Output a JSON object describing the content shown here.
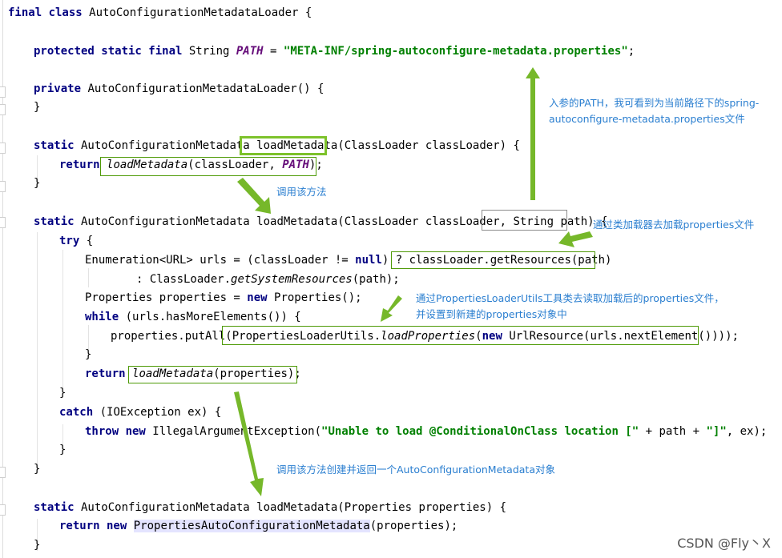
{
  "code": {
    "l1": {
      "kw": "final class",
      "rest": " AutoConfigurationMetadataLoader {"
    },
    "l2": {
      "kw": "protected static final",
      "type": " String ",
      "field": "PATH",
      "eq": " = ",
      "str": "\"META-INF/spring-autoconfigure-metadata.properties\"",
      "end": ";"
    },
    "l3": {
      "kw": "private",
      "rest": " AutoConfigurationMetadataLoader() {"
    },
    "l4": {
      "brace": "}"
    },
    "l5": {
      "kw": "static",
      "pre": " AutoConfigurationMetadata ",
      "name": "loadMetadata",
      "post": "(ClassLoader classLoader) {"
    },
    "l6": {
      "kw": "return",
      "call": "loadMetadata",
      "mid": "(classLoader, ",
      "field": "PATH",
      "end": ");"
    },
    "l7": {
      "brace": "}"
    },
    "l8": {
      "kw": "static",
      "pre": " AutoConfigurationMetadata loadMetadata(ClassLoader classLoader, ",
      "param": "String path",
      "post": ") {"
    },
    "l9": {
      "kw": "try",
      "rest": " {"
    },
    "l10": {
      "pre": "Enumeration<URL> urls = (classLoader != ",
      "kw": "null",
      "mid": ") ? ",
      "call": "classLoader.getResources(path)"
    },
    "l11": {
      "pre": ": ClassLoader.",
      "ital": "getSystemResources",
      "post": "(path);"
    },
    "l12": {
      "pre": "Properties properties = ",
      "kw": "new",
      "post": " Properties();"
    },
    "l13": {
      "kw": "while",
      "rest": " (urls.hasMoreElements()) {"
    },
    "l14": {
      "pre": "properties.putAll(",
      "a": "PropertiesLoaderUtils.",
      "ital": "loadProperties",
      "b": "(",
      "kw": "new",
      "c": " UrlResource(urls.nextElement()))",
      "end": ");"
    },
    "l15": {
      "brace": "}"
    },
    "l16": {
      "kw": "return",
      "ital": "loadMetadata",
      "post": "(properties);"
    },
    "l17": {
      "brace": "}"
    },
    "l18": {
      "kw": "catch",
      "rest": " (IOException ex) {"
    },
    "l19": {
      "kw1": "throw new",
      "pre": " IllegalArgumentException(",
      "str": "\"Unable to load @ConditionalOnClass location [\"",
      "mid": " + path + ",
      "str2": "\"]\"",
      "end": ", ex);"
    },
    "l20": {
      "brace": "}"
    },
    "l21": {
      "brace": "}"
    },
    "l22": {
      "kw": "static",
      "rest": " AutoConfigurationMetadata loadMetadata(Properties properties) {"
    },
    "l23": {
      "kw": "return new",
      "sel": "PropertiesAutoConfigurationMetadata",
      "post": "(properties);"
    },
    "l24": {
      "brace": "}"
    }
  },
  "annotations": {
    "path_note_1": "入参的PATH，我可看到为当前路径下的spring-",
    "path_note_2": "autoconfigure-metadata.properties文件",
    "call_note": "调用该方法",
    "loader_note": "通过类加载器去加载properties文件",
    "utils_note_1": "通过PropertiesLoaderUtils工具类去读取加载后的properties文件，",
    "utils_note_2": "并设置到新建的properties对象中",
    "create_note": "调用该方法创建并返回一个AutoConfigurationMetadata对象"
  },
  "watermark": "CSDN @Fly丶X",
  "colors": {
    "arrow": "#76b82a",
    "annotation": "#2b7fd0",
    "keyword": "#000080",
    "string": "#008000"
  }
}
